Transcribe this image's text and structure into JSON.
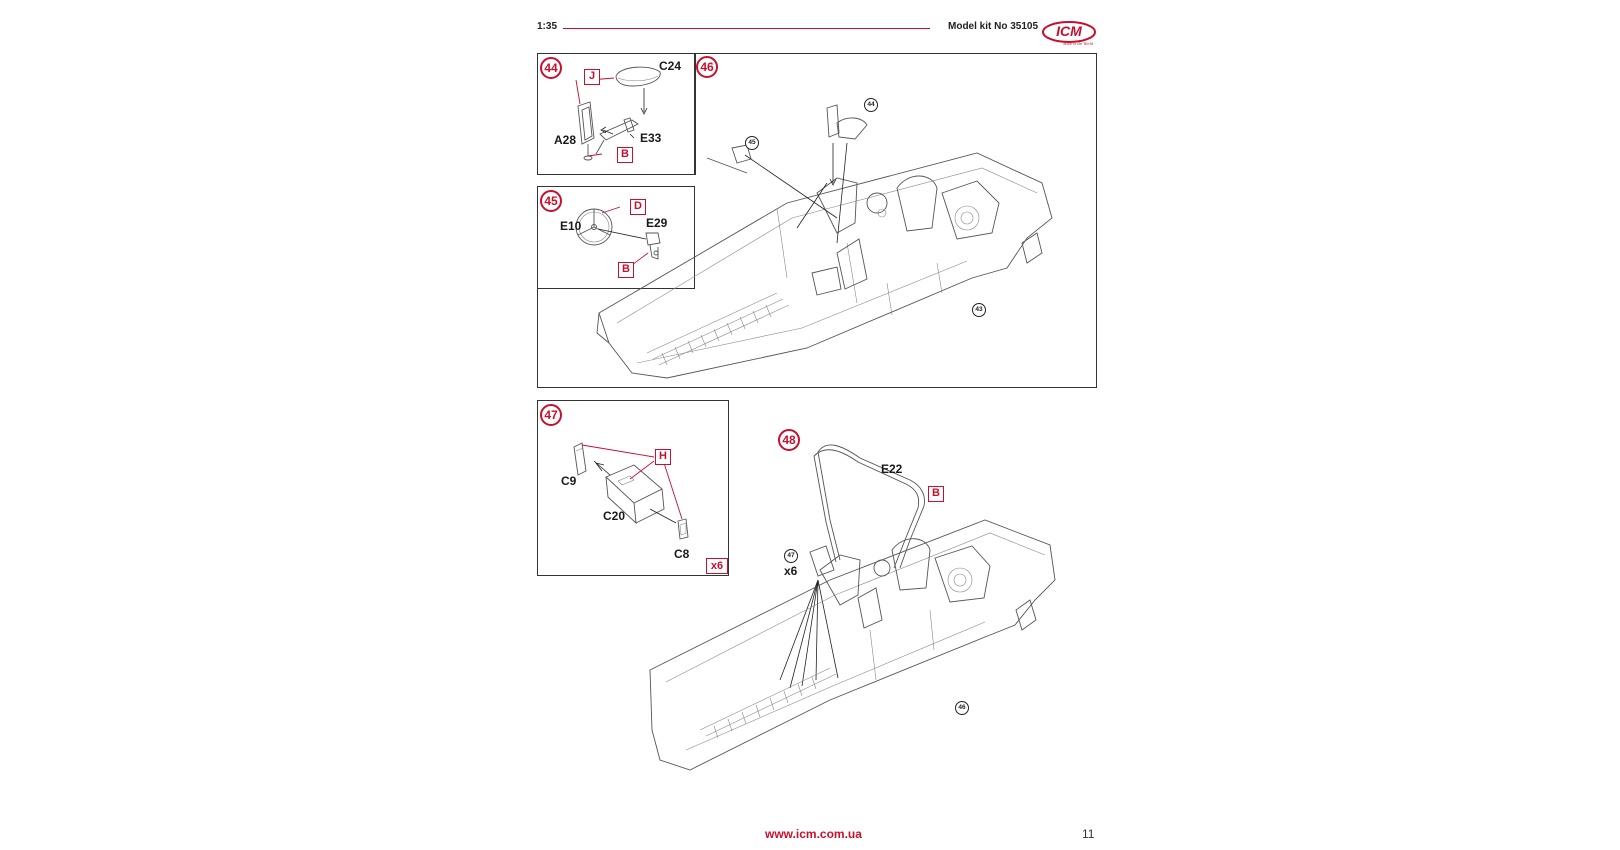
{
  "header": {
    "scale": "1:35",
    "model_kit": "Model kit No 35105",
    "logo_text": "ICM",
    "logo_tagline": "Made in the World"
  },
  "steps": {
    "s44": {
      "number": "44",
      "parts": {
        "c24": "C24",
        "a28": "A28",
        "e33": "E33"
      },
      "color_codes": {
        "j": "J",
        "b": "B"
      }
    },
    "s45": {
      "number": "45",
      "parts": {
        "e10": "E10",
        "e29": "E29"
      },
      "color_codes": {
        "d": "D",
        "b": "B"
      }
    },
    "s46": {
      "number": "46",
      "refs": {
        "r44": "44",
        "r45": "45",
        "r43": "43"
      }
    },
    "s47": {
      "number": "47",
      "parts": {
        "c9": "C9",
        "c20": "C20",
        "c8": "C8"
      },
      "color_codes": {
        "h": "H"
      },
      "quantity": "x6"
    },
    "s48": {
      "number": "48",
      "parts": {
        "e22": "E22"
      },
      "color_codes": {
        "b": "B"
      },
      "refs": {
        "r47": "47",
        "r46": "46"
      },
      "quantity": "x6"
    }
  },
  "footer": {
    "url": "www.icm.com.ua",
    "page": "11"
  },
  "colors": {
    "accent": "#c8102e",
    "line": "#333333"
  }
}
